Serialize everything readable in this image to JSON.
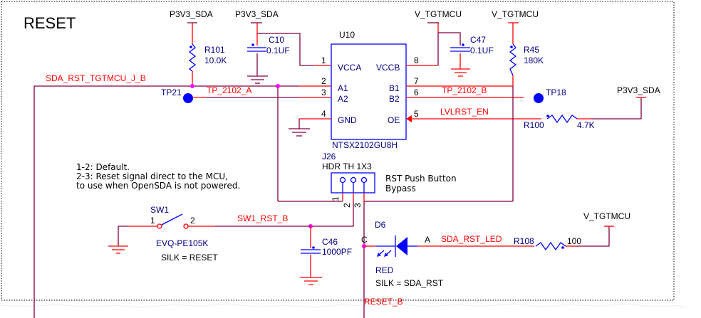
{
  "title": "RESET",
  "colors": {
    "wire": "#800040",
    "pin": "#ff0000",
    "component": "#0000ff",
    "net_label": "#ff0000",
    "component_label": "#000080",
    "junction": "#ff00ff"
  },
  "power": {
    "p3v3_r101": "P3V3_SDA",
    "p3v3_c10": "P3V3_SDA",
    "vtgt_c47": "V_TGTMCU",
    "vtgt_r45": "V_TGTMCU",
    "p3v3_r100": "P3V3_SDA",
    "vtgt_r108": "V_TGTMCU"
  },
  "components": {
    "r101": {
      "ref": "R101",
      "value": "10.0K"
    },
    "c10": {
      "ref": "C10",
      "value": "0.1UF"
    },
    "u10": {
      "ref": "U10",
      "part": "NTSX2102GU8H",
      "pins_left": [
        {
          "num": "1",
          "name": "VCCA"
        },
        {
          "num": "2",
          "name": "A1"
        },
        {
          "num": "3",
          "name": "A2"
        },
        {
          "num": "4",
          "name": "GND"
        }
      ],
      "pins_right": [
        {
          "num": "8",
          "name": "VCCB"
        },
        {
          "num": "7",
          "name": "B1"
        },
        {
          "num": "6",
          "name": "B2"
        },
        {
          "num": "5",
          "name": "OE"
        }
      ]
    },
    "c47": {
      "ref": "C47",
      "value": "0.1UF"
    },
    "r45": {
      "ref": "R45",
      "value": "180K"
    },
    "r100": {
      "ref": "R100",
      "value": "4.7K"
    },
    "tp21": {
      "ref": "TP21"
    },
    "tp18": {
      "ref": "TP18"
    },
    "j26": {
      "ref": "J26",
      "part": "HDR TH 1X3",
      "pins": [
        "1",
        "2",
        "3"
      ],
      "desc_line1": "RST Push Button",
      "desc_line2": "Bypass"
    },
    "sw1": {
      "ref": "SW1",
      "part": "EVQ-PE105K",
      "silk": "SILK = RESET",
      "pin1": "1",
      "pin2": "2"
    },
    "c46": {
      "ref": "C46",
      "value": "1000PF"
    },
    "d6": {
      "ref": "D6",
      "color": "RED",
      "silk": "SILK = SDA_RST",
      "cathode": "C",
      "anode": "A"
    },
    "r108": {
      "ref": "R108",
      "value": "100"
    }
  },
  "nets": {
    "sda_rst_tgtmcu": "SDA_RST_TGTMCU_J_B",
    "tp_2102_a": "TP_2102_A",
    "tp_2102_b": "TP_2102_B",
    "lvlrst_en": "LVLRST_EN",
    "sw1_rst_b": "SW1_RST_B",
    "sda_rst_led": "SDA_RST_LED",
    "reset_b": "RESET_B"
  },
  "note": {
    "line1": "1-2: Default.",
    "line2": "2-3: Reset signal direct to the MCU,",
    "line3": "to use when OpenSDA is not powered."
  }
}
